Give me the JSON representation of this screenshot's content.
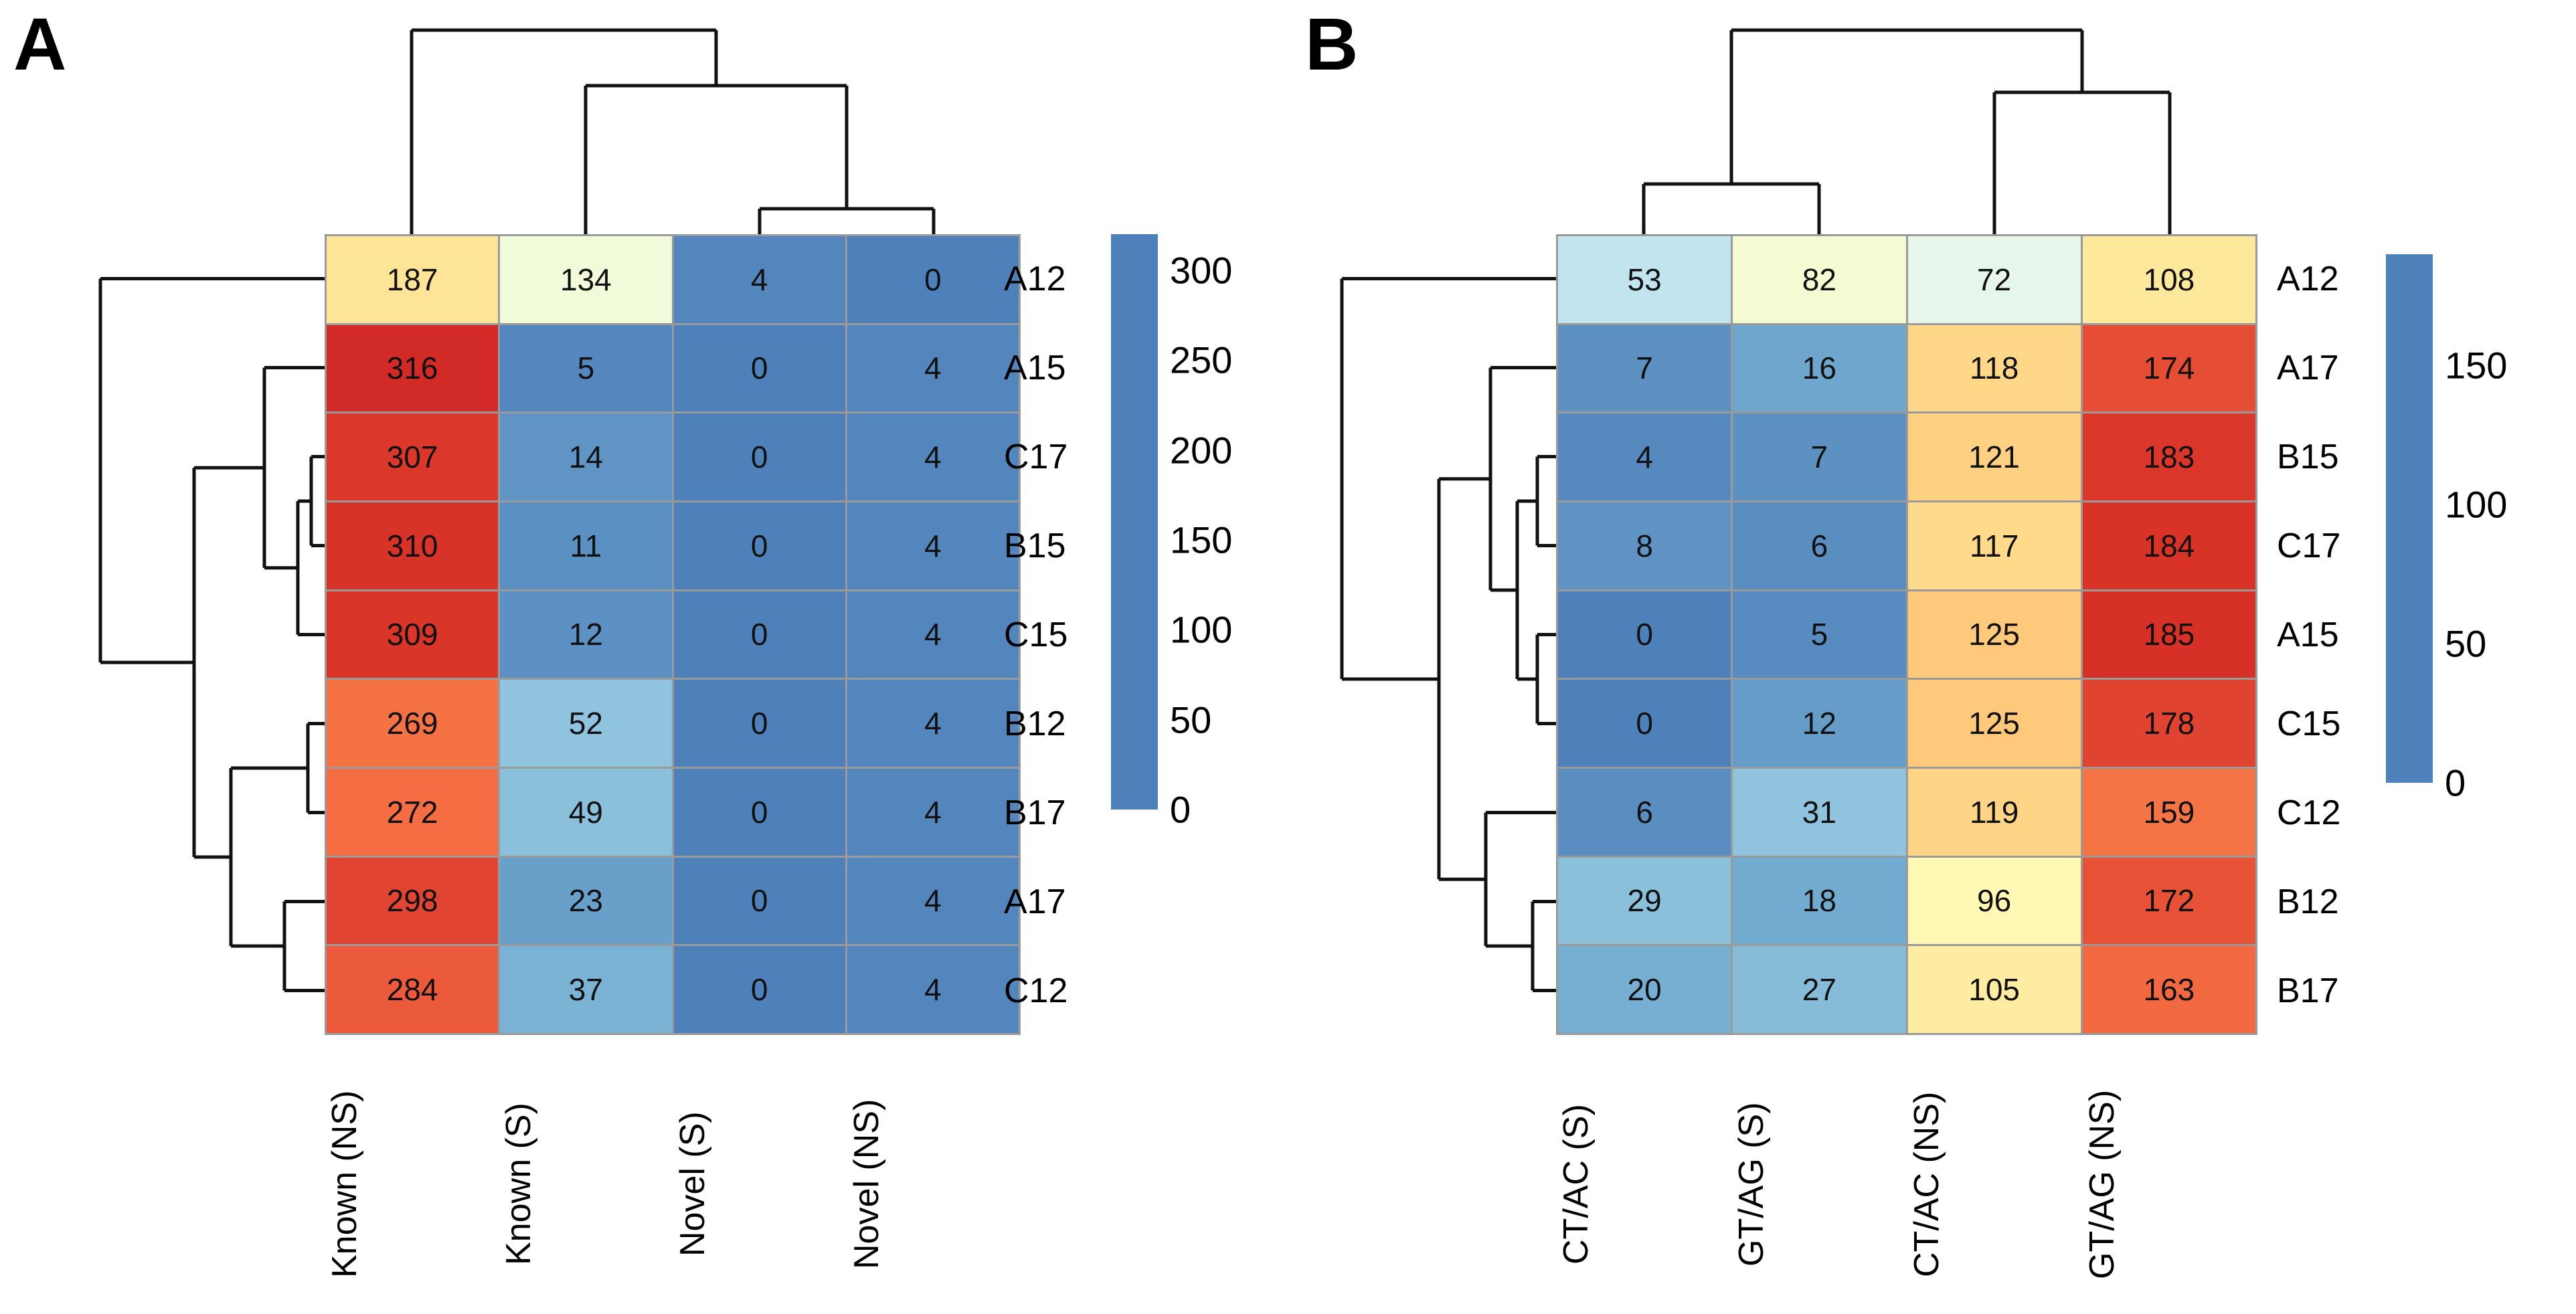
{
  "figure": {
    "panels": [
      {
        "letter": "A",
        "row_labels": [
          "A12",
          "A15",
          "C17",
          "B15",
          "C15",
          "B12",
          "B17",
          "A17",
          "C12"
        ],
        "col_labels": [
          "Known (NS)",
          "Known (S)",
          "Novel (S)",
          "Novel (NS)"
        ],
        "colorbar": {
          "ticks": [
            "300",
            "250",
            "200",
            "150",
            "100",
            "50",
            "0"
          ],
          "tick_values": [
            300,
            250,
            200,
            150,
            100,
            50,
            0
          ],
          "vmin": 0,
          "vmax": 320
        }
      },
      {
        "letter": "B",
        "row_labels": [
          "A12",
          "A17",
          "B15",
          "C17",
          "A15",
          "C15",
          "C12",
          "B12",
          "B17"
        ],
        "col_labels": [
          "CT/AC (S)",
          "GT/AG (S)",
          "CT/AC (NS)",
          "GT/AG (NS)"
        ],
        "colorbar": {
          "ticks": [
            "150",
            "100",
            "50",
            "0"
          ],
          "tick_values": [
            150,
            100,
            50,
            0
          ],
          "vmin": 0,
          "vmax": 190
        }
      }
    ]
  },
  "chart_data": [
    {
      "type": "heatmap",
      "title": "A",
      "xlabel": "",
      "ylabel": "",
      "categories": [
        "Known (NS)",
        "Known (S)",
        "Novel (S)",
        "Novel (NS)"
      ],
      "rows": [
        "A12",
        "A15",
        "C17",
        "B15",
        "C15",
        "B12",
        "B17",
        "A17",
        "C12"
      ],
      "values": [
        [
          187,
          134,
          4,
          0
        ],
        [
          316,
          5,
          0,
          4
        ],
        [
          307,
          14,
          0,
          4
        ],
        [
          310,
          11,
          0,
          4
        ],
        [
          309,
          12,
          0,
          4
        ],
        [
          269,
          52,
          0,
          4
        ],
        [
          272,
          49,
          0,
          4
        ],
        [
          298,
          23,
          0,
          4
        ],
        [
          284,
          37,
          0,
          4
        ]
      ],
      "colormap": "RdYlBu_r",
      "zlim": [
        0,
        320
      ],
      "colorbar_ticks": [
        0,
        50,
        100,
        150,
        200,
        250,
        300
      ],
      "row_dendrogram": true,
      "col_dendrogram": true,
      "annot": true
    },
    {
      "type": "heatmap",
      "title": "B",
      "xlabel": "",
      "ylabel": "",
      "categories": [
        "CT/AC (S)",
        "GT/AG (S)",
        "CT/AC (NS)",
        "GT/AG (NS)"
      ],
      "rows": [
        "A12",
        "A17",
        "B15",
        "C17",
        "A15",
        "C15",
        "C12",
        "B12",
        "B17"
      ],
      "values": [
        [
          53,
          82,
          72,
          108
        ],
        [
          7,
          16,
          118,
          174
        ],
        [
          4,
          7,
          121,
          183
        ],
        [
          8,
          6,
          117,
          184
        ],
        [
          0,
          5,
          125,
          185
        ],
        [
          0,
          12,
          125,
          178
        ],
        [
          6,
          31,
          119,
          159
        ],
        [
          29,
          18,
          96,
          172
        ],
        [
          20,
          27,
          105,
          163
        ]
      ],
      "colormap": "RdYlBu_r",
      "zlim": [
        0,
        190
      ],
      "colorbar_ticks": [
        0,
        50,
        100,
        150
      ],
      "row_dendrogram": true,
      "col_dendrogram": true,
      "annot": true
    }
  ]
}
